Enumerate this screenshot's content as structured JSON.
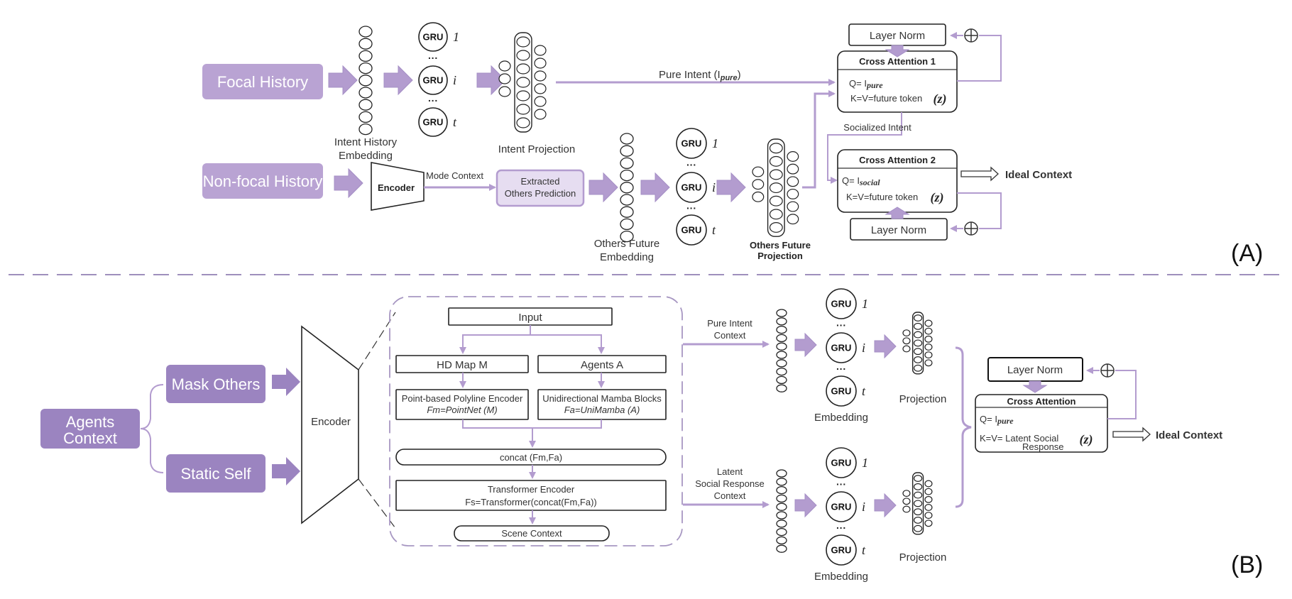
{
  "panel_a": {
    "tag": "(A)",
    "focal_history": "Focal History",
    "nonfocal_history": "Non-focal History",
    "encoder": "Encoder",
    "mode_context": "Mode Context",
    "extracted_line1": "Extracted",
    "extracted_line2": "Others Prediction",
    "intent_hist_line1": "Intent History",
    "intent_hist_line2": "Embedding",
    "intent_projection": "Intent Projection",
    "others_future_line1": "Others Future",
    "others_future_line2": "Embedding",
    "others_proj_line1": "Others Future",
    "others_proj_line2": "Projection",
    "pure_intent": "Pure Intent (I",
    "pure_sub": "pure",
    "socialized_intent": "Socialized Intent",
    "layer_norm_top": "Layer Norm",
    "layer_norm_bottom": "Layer Norm",
    "cross1_title": "Cross Attention 1",
    "cross1_q": "Q= I",
    "cross1_q_sub": "pure",
    "cross1_kv": "K=V=future token",
    "cross2_title": "Cross Attention 2",
    "cross2_q": "Q= I",
    "cross2_q_sub": "social",
    "cross2_kv": "K=V=future token",
    "z": "(z)",
    "ideal_context": "Ideal Context"
  },
  "panel_b": {
    "tag": "(B)",
    "agents_line1": "Agents",
    "agents_line2": "Context",
    "mask_others": "Mask Others",
    "static_self": "Static Self",
    "encoder": "Encoder",
    "input": "Input",
    "hd_map": "HD Map M",
    "agents_a": "Agents A",
    "poly_line1": "Point-based Polyline Encoder",
    "poly_line2": "Fm=PointNet (M)",
    "mamba_line1": "Unidirectional Mamba Blocks",
    "mamba_line2": "Fa=UniMamba (A)",
    "concat": "concat (Fm,Fa)",
    "transformer_line1": "Transformer Encoder",
    "transformer_line2": "Fs=Transformer(concat(Fm,Fa))",
    "scene_context": "Scene Context",
    "pure_intent_line1": "Pure Intent",
    "pure_intent_line2": "Context",
    "latent_line1": "Latent",
    "latent_line2": "Social Response",
    "latent_line3": "Context",
    "embedding_top": "Embedding",
    "embedding_bottom": "Embedding",
    "projection_top": "Projection",
    "projection_bottom": "Projection",
    "layer_norm": "Layer Norm",
    "cross_title": "Cross Attention",
    "cross_q": "Q= I",
    "cross_q_sub": "pure",
    "cross_kv_line1": "K=V= Latent Social",
    "cross_kv_line2": "Response",
    "z": "(z)",
    "ideal_context": "Ideal Context"
  },
  "gru": {
    "label": "GRU",
    "idx_first": "1",
    "idx_mid": "i",
    "idx_last": "t",
    "dots": "···"
  },
  "colors": {
    "pill": "#b9a3d3",
    "pill_dark": "#9b84c0",
    "arrow": "#b39ccf",
    "dashed": "#7f6aa6"
  }
}
